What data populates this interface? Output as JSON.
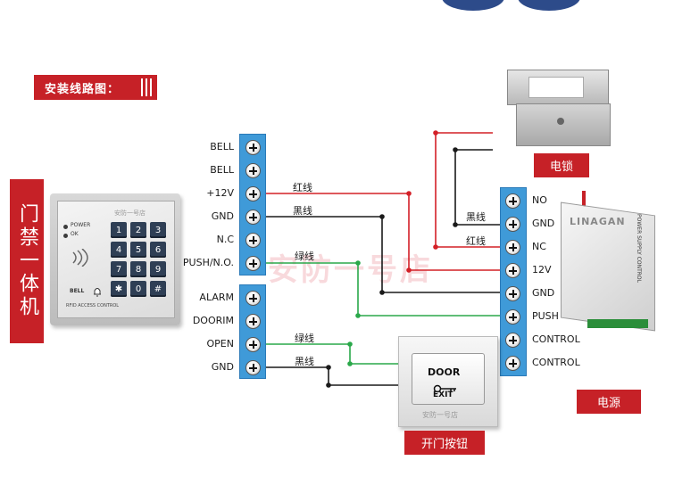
{
  "title": "安装线路图：",
  "device_label": "门禁一体机",
  "lock_label": "电锁",
  "power_label": "电源",
  "button_label": "开门按钮",
  "watermark": "安防一号店",
  "left_terminals_top": [
    "BELL",
    "BELL",
    "+12V",
    "GND",
    "N.C",
    "PUSH/N.O."
  ],
  "left_terminals_bottom": [
    "ALARM",
    "DOORIM",
    "OPEN",
    "GND"
  ],
  "right_terminals": [
    "NO",
    "GND",
    "NC",
    "12V",
    "GND",
    "PUSH",
    "CONTROL",
    "CONTROL"
  ],
  "wire_labels": {
    "red_left": "红线",
    "black_left": "黑线",
    "green_left": "绿线",
    "green_bottom": "绿线",
    "black_bottom": "黑线",
    "black_right": "黑线",
    "red_right": "红线"
  },
  "keypad": {
    "power_led": "POWER",
    "ok_led": "OK",
    "brand": "安防一号店",
    "keys": [
      "1",
      "2",
      "3",
      "4",
      "5",
      "6",
      "7",
      "8",
      "9",
      "✱",
      "0",
      "#"
    ],
    "bell_label": "BELL",
    "footer": "RFID ACCESS CONTROL"
  },
  "exit_button": {
    "line1": "DOOR",
    "line2": "EXIT",
    "brand": "安防一号店"
  },
  "power_supply": {
    "brand": "LINAGAN",
    "title": "POWER SUPPLY CONTROL"
  },
  "colors": {
    "red_wire": "#d32027",
    "black_wire": "#1a1a1a",
    "green_wire": "#2aa84a",
    "terminal_blue": "#3f9ad8",
    "label_red": "#c62127"
  }
}
